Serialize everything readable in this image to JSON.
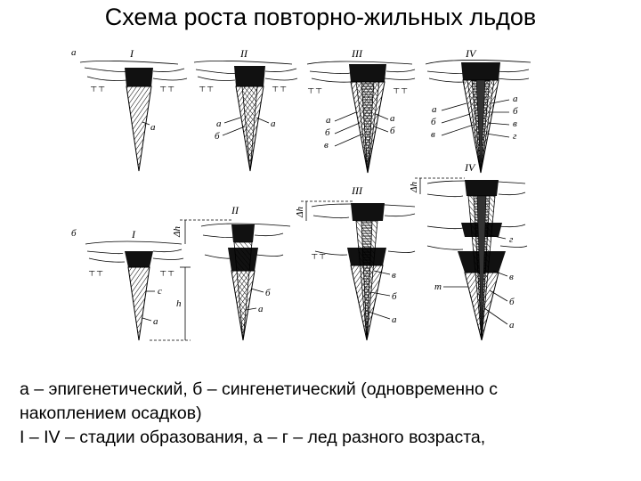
{
  "title": "Схема роста повторно-жильных льдов",
  "row_labels": [
    "а",
    "б"
  ],
  "stage_labels": [
    "I",
    "II",
    "III",
    "IV"
  ],
  "row_a": {
    "stage1": [
      "а"
    ],
    "stage2": [
      "а",
      "б",
      "а"
    ],
    "stage3": [
      "а",
      "б",
      "в",
      "а",
      "б"
    ],
    "stage4": [
      "а",
      "б",
      "в",
      "а",
      "б",
      "в",
      "г"
    ]
  },
  "row_b": {
    "stage1": [
      "с",
      "а"
    ],
    "dims": [
      "h",
      "Δh",
      "Δh",
      "Δh",
      "m"
    ],
    "stage2": [
      "б",
      "а"
    ],
    "stage3": [
      "в",
      "б",
      "а"
    ],
    "stage4": [
      "г",
      "в",
      "б",
      "а"
    ]
  },
  "caption": [
    "а – эпигенетический, б – сингенетический (одновременно с",
    "накоплением осадков)",
    "I – IV – стадии образования, а – г – лед разного возраста,"
  ]
}
